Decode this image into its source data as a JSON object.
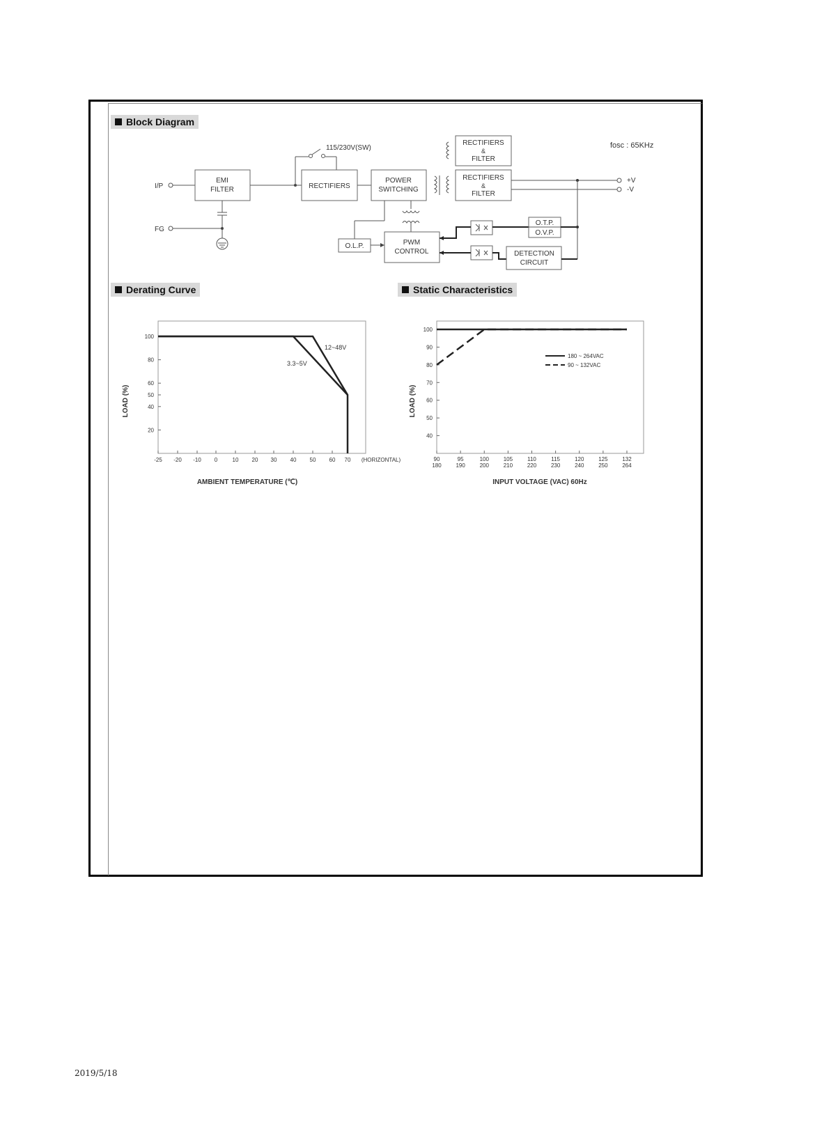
{
  "sections": {
    "block_diagram": "Block Diagram",
    "derating_curve": "Derating Curve",
    "static_characteristics": "Static Characteristics"
  },
  "block_diagram": {
    "fosc": "fosc : 65KHz",
    "switch_label": "115/230V(SW)",
    "ip": "I/P",
    "fg": "FG",
    "emi_1": "EMI",
    "emi_2": "FILTER",
    "rectifiers": "RECTIFIERS",
    "ps_1": "POWER",
    "ps_2": "SWITCHING",
    "rf_top_1": "RECTIFIERS",
    "rf_top_2": "&",
    "rf_top_3": "FILTER",
    "rf_mid_1": "RECTIFIERS",
    "rf_mid_2": "&",
    "rf_mid_3": "FILTER",
    "plus_v": "+V",
    "minus_v": "-V",
    "olp": "O.L.P.",
    "pwm_1": "PWM",
    "pwm_2": "CONTROL",
    "otp": "O.T.P.",
    "ovp": "O.V.P.",
    "det_1": "DETECTION",
    "det_2": "CIRCUIT"
  },
  "chart_data": [
    {
      "type": "line",
      "ylabel": "LOAD (%)",
      "xlabel": "AMBIENT TEMPERATURE (℃)",
      "x_ticks": [
        "-25",
        "-20",
        "-10",
        "0",
        "10",
        "20",
        "30",
        "40",
        "50",
        "60",
        "70"
      ],
      "x_extra": "(HORIZONTAL)",
      "y_ticks": [
        "100",
        "80",
        "60",
        "50",
        "40",
        "20"
      ],
      "series": [
        {
          "name": "12~48V",
          "points": [
            [
              -25,
              100
            ],
            [
              50,
              100
            ],
            [
              70,
              50
            ],
            [
              70,
              0
            ]
          ]
        },
        {
          "name": "3.3~5V",
          "points": [
            [
              -25,
              100
            ],
            [
              40,
              100
            ],
            [
              70,
              50
            ]
          ]
        }
      ]
    },
    {
      "type": "line",
      "ylabel": "LOAD (%)",
      "xlabel": "INPUT VOLTAGE (VAC) 60Hz",
      "x_ticks_top": [
        "90",
        "95",
        "100",
        "105",
        "110",
        "115",
        "120",
        "125",
        "132"
      ],
      "x_ticks_bottom": [
        "180",
        "190",
        "200",
        "210",
        "220",
        "230",
        "240",
        "250",
        "264"
      ],
      "y_ticks": [
        "100",
        "90",
        "80",
        "70",
        "60",
        "50",
        "40"
      ],
      "series": [
        {
          "name": "180 ~ 264VAC",
          "style": "solid",
          "points": [
            [
              90,
              100
            ],
            [
              132,
              100
            ]
          ]
        },
        {
          "name": "90 ~ 132VAC",
          "style": "dashed",
          "points": [
            [
              90,
              80
            ],
            [
              100,
              100
            ],
            [
              132,
              100
            ]
          ]
        }
      ]
    }
  ],
  "footer_date": "2019/5/18"
}
